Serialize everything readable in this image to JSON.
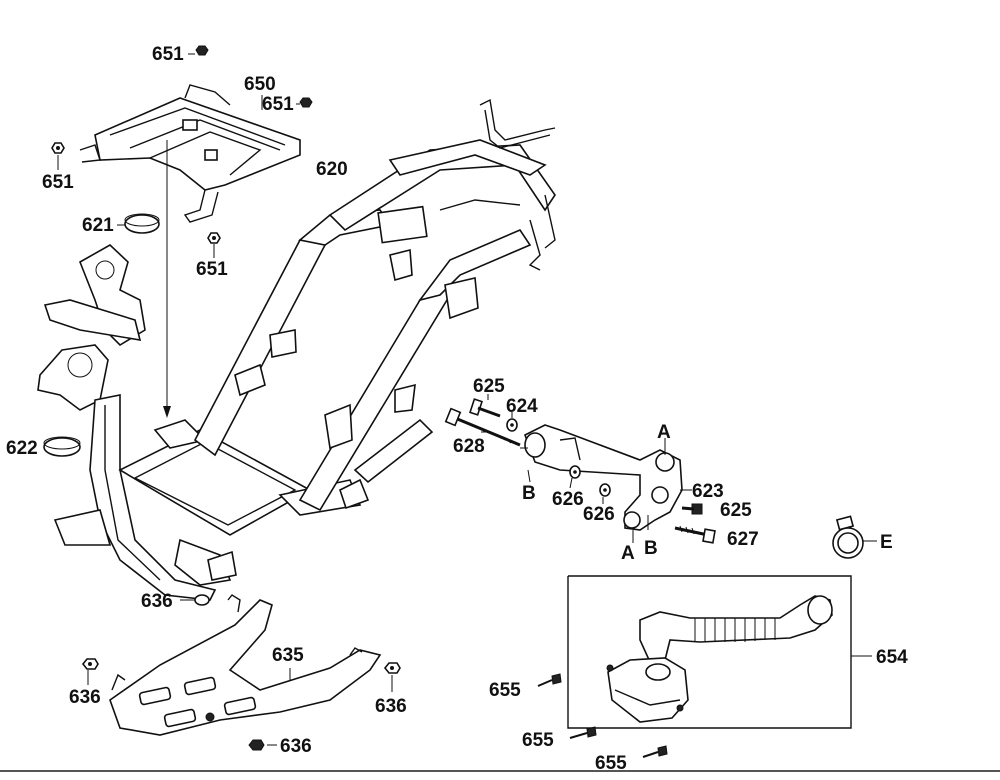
{
  "labels": {
    "l651a": "651",
    "l650": "650",
    "l651b": "651",
    "l651c": "651",
    "l620": "620",
    "l621": "621",
    "l651d": "651",
    "l622": "622",
    "l625a": "625",
    "l624": "624",
    "l628": "628",
    "lA1": "A",
    "lB1": "B",
    "l626a": "626",
    "l626b": "626",
    "l623": "623",
    "l625b": "625",
    "l627": "627",
    "lA2": "A",
    "lB2": "B",
    "lE": "E",
    "l636a": "636",
    "l635": "635",
    "l636b": "636",
    "l636c": "636",
    "l636d": "636",
    "l654": "654",
    "l655a": "655",
    "l655b": "655",
    "l655c": "655"
  }
}
